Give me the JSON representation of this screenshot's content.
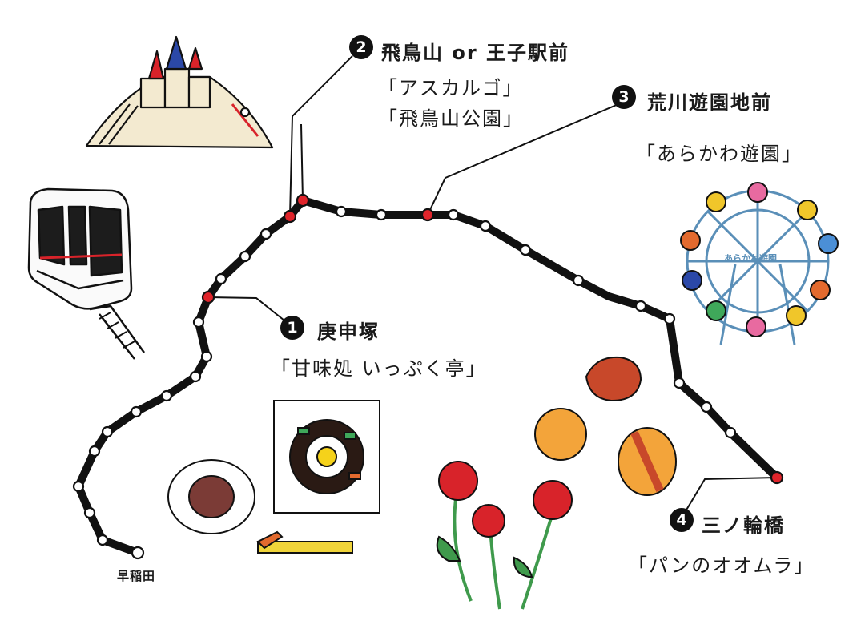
{
  "route": {
    "terminus": "早稲田"
  },
  "stops": [
    {
      "number": "1",
      "station": "庚申塚",
      "spots": [
        "「甘味処 いっぷく亭」"
      ]
    },
    {
      "number": "2",
      "station": "飛鳥山 or 王子駅前",
      "spots": [
        "「アスカルゴ」",
        "「飛鳥山公園」"
      ]
    },
    {
      "number": "3",
      "station": "荒川遊園地前",
      "spots": [
        "「あらかわ遊園」"
      ]
    },
    {
      "number": "4",
      "station": "三ノ輪橋",
      "spots": [
        "「パンのオオムラ」"
      ]
    }
  ],
  "illustrations": {
    "ferris_wheel_sign": "あらかわ遊園"
  },
  "colors": {
    "line": "#111111",
    "stop_marker": "#e0242b",
    "station_dot": "#ffffff"
  }
}
